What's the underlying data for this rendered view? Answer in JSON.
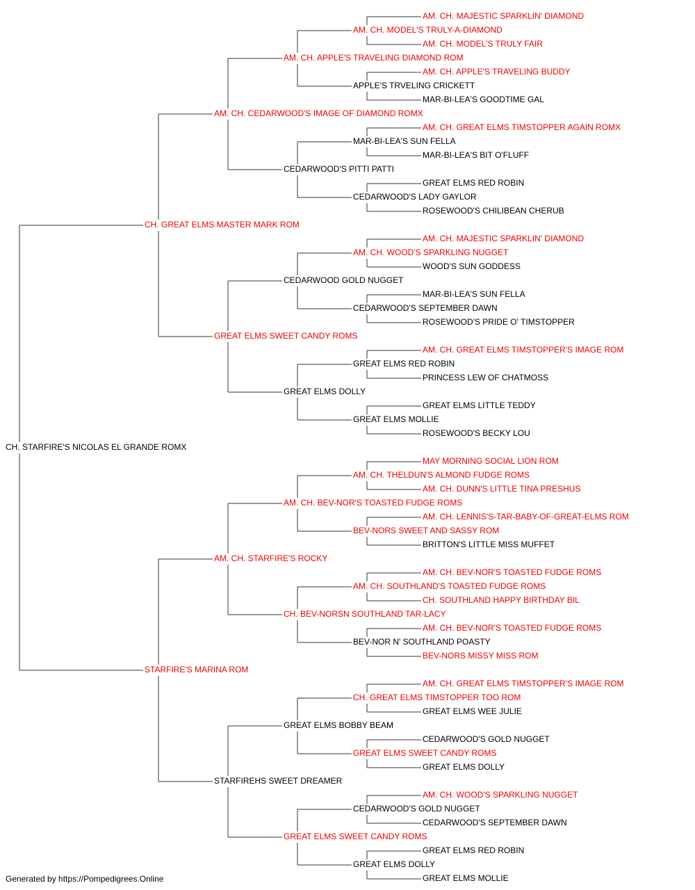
{
  "colors": {
    "titled": "#ee0000",
    "plain": "#000000",
    "line": "#333333"
  },
  "footer": "Generated by https://Pompedigrees.Online",
  "pedigree": {
    "name": "CH. STARFIRE'S NICOLAS EL GRANDE ROMX",
    "titled": false,
    "sire": {
      "name": "CH. GREAT ELMS MASTER MARK ROM",
      "titled": true,
      "sire": {
        "name": "AM. CH. CEDARWOOD'S IMAGE OF DIAMOND ROMX",
        "titled": true,
        "sire": {
          "name": "AM. CH. APPLE'S TRAVELING DIAMOND ROM",
          "titled": true,
          "sire": {
            "name": "AM. CH. MODEL'S TRULY-A-DIAMOND",
            "titled": true,
            "sire": {
              "name": "AM. CH. MAJESTIC SPARKLIN' DIAMOND",
              "titled": true
            },
            "dam": {
              "name": "AM. CH. MODEL'S TRULY FAIR",
              "titled": true
            }
          },
          "dam": {
            "name": "APPLE'S TRVELING CRICKETT",
            "titled": false,
            "sire": {
              "name": "AM. CH. APPLE'S TRAVELING BUDDY",
              "titled": true
            },
            "dam": {
              "name": "MAR-BI-LEA'S GOODTIME GAL",
              "titled": false
            }
          }
        },
        "dam": {
          "name": "CEDARWOOD'S PITTI PATTI",
          "titled": false,
          "sire": {
            "name": "MAR-BI-LEA'S SUN FELLA",
            "titled": false,
            "sire": {
              "name": "AM. CH. GREAT ELMS TIMSTOPPER AGAIN ROMX",
              "titled": true
            },
            "dam": {
              "name": "MAR-BI-LEA'S BIT O'FLUFF",
              "titled": false
            }
          },
          "dam": {
            "name": "CEDARWOOD'S LADY GAYLOR",
            "titled": false,
            "sire": {
              "name": "GREAT ELMS RED ROBIN",
              "titled": false
            },
            "dam": {
              "name": "ROSEWOOD'S CHILIBEAN CHERUB",
              "titled": false
            }
          }
        }
      },
      "dam": {
        "name": "GREAT ELMS SWEET CANDY ROMS",
        "titled": true,
        "sire": {
          "name": "CEDARWOOD GOLD NUGGET",
          "titled": false,
          "sire": {
            "name": "AM. CH. WOOD'S SPARKLING NUGGET",
            "titled": true,
            "sire": {
              "name": "AM. CH. MAJESTIC SPARKLIN' DIAMOND",
              "titled": true
            },
            "dam": {
              "name": "WOOD'S SUN GODDESS",
              "titled": false
            }
          },
          "dam": {
            "name": "CEDARWOOD'S SEPTEMBER DAWN",
            "titled": false,
            "sire": {
              "name": "MAR-BI-LEA'S SUN FELLA",
              "titled": false
            },
            "dam": {
              "name": "ROSEWOOD'S PRIDE O' TIMSTOPPER",
              "titled": false
            }
          }
        },
        "dam": {
          "name": "GREAT ELMS DOLLY",
          "titled": false,
          "sire": {
            "name": "GREAT ELMS RED ROBIN",
            "titled": false,
            "sire": {
              "name": "AM. CH. GREAT ELMS TIMSTOPPER'S IMAGE ROM",
              "titled": true
            },
            "dam": {
              "name": "PRINCESS LEW OF CHATMOSS",
              "titled": false
            }
          },
          "dam": {
            "name": "GREAT ELMS MOLLIE",
            "titled": false,
            "sire": {
              "name": "GREAT ELMS LITTLE TEDDY",
              "titled": false
            },
            "dam": {
              "name": "ROSEWOOD'S BECKY LOU",
              "titled": false
            }
          }
        }
      }
    },
    "dam": {
      "name": "STARFIRE'S MARINA ROM",
      "titled": true,
      "sire": {
        "name": "AM. CH. STARFIRE'S ROCKY",
        "titled": true,
        "sire": {
          "name": "AM. CH. BEV-NOR'S TOASTED FUDGE ROMS",
          "titled": true,
          "sire": {
            "name": "AM. CH. THELDUN'S ALMOND FUDGE ROMS",
            "titled": true,
            "sire": {
              "name": "MAY MORNING SOCIAL LION ROM",
              "titled": true
            },
            "dam": {
              "name": "AM. CH. DUNN'S LITTLE TINA PRESHUS",
              "titled": true
            }
          },
          "dam": {
            "name": "BEV-NORS SWEET AND SASSY ROM",
            "titled": true,
            "sire": {
              "name": "AM. CH. LENNIS'S-TAR-BABY-OF-GREAT-ELMS ROM",
              "titled": true
            },
            "dam": {
              "name": "BRITTON'S LITTLE MISS MUFFET",
              "titled": false
            }
          }
        },
        "dam": {
          "name": "CH. BEV-NORSN SOUTHLAND TAR-LACY",
          "titled": true,
          "sire": {
            "name": "AM. CH. SOUTHLAND'S TOASTED FUDGE ROMS",
            "titled": true,
            "sire": {
              "name": "AM. CH. BEV-NOR'S TOASTED FUDGE ROMS",
              "titled": true
            },
            "dam": {
              "name": "CH. SOUTHLAND HAPPY BIRTHDAY BIL",
              "titled": true
            }
          },
          "dam": {
            "name": "BEV-NOR N' SOUTHLAND POASTY",
            "titled": false,
            "sire": {
              "name": "AM. CH. BEV-NOR'S TOASTED FUDGE ROMS",
              "titled": true
            },
            "dam": {
              "name": "BEV-NORS MISSY MISS ROM",
              "titled": true
            }
          }
        }
      },
      "dam": {
        "name": "STARFIREHS SWEET DREAMER",
        "titled": false,
        "sire": {
          "name": "GREAT ELMS BOBBY BEAM",
          "titled": false,
          "sire": {
            "name": "CH. GREAT ELMS TIMSTOPPER TOO ROM",
            "titled": true,
            "sire": {
              "name": "AM. CH. GREAT ELMS TIMSTOPPER'S IMAGE ROM",
              "titled": true
            },
            "dam": {
              "name": "GREAT ELMS WEE JULIE",
              "titled": false
            }
          },
          "dam": {
            "name": "GREAT ELMS SWEET CANDY ROMS",
            "titled": true,
            "sire": {
              "name": "CEDARWOOD'S GOLD NUGGET",
              "titled": false
            },
            "dam": {
              "name": "GREAT ELMS DOLLY",
              "titled": false
            }
          }
        },
        "dam": {
          "name": "GREAT ELMS SWEET CANDY ROMS",
          "titled": true,
          "sire": {
            "name": "CEDARWOOD'S GOLD NUGGET",
            "titled": false,
            "sire": {
              "name": "AM. CH. WOOD'S SPARKLING NUGGET",
              "titled": true
            },
            "dam": {
              "name": "CEDARWOOD'S SEPTEMBER DAWN",
              "titled": false
            }
          },
          "dam": {
            "name": "GREAT ELMS DOLLY",
            "titled": false,
            "sire": {
              "name": "GREAT ELMS RED ROBIN",
              "titled": false
            },
            "dam": {
              "name": "GREAT ELMS MOLLIE",
              "titled": false
            }
          }
        }
      }
    }
  }
}
